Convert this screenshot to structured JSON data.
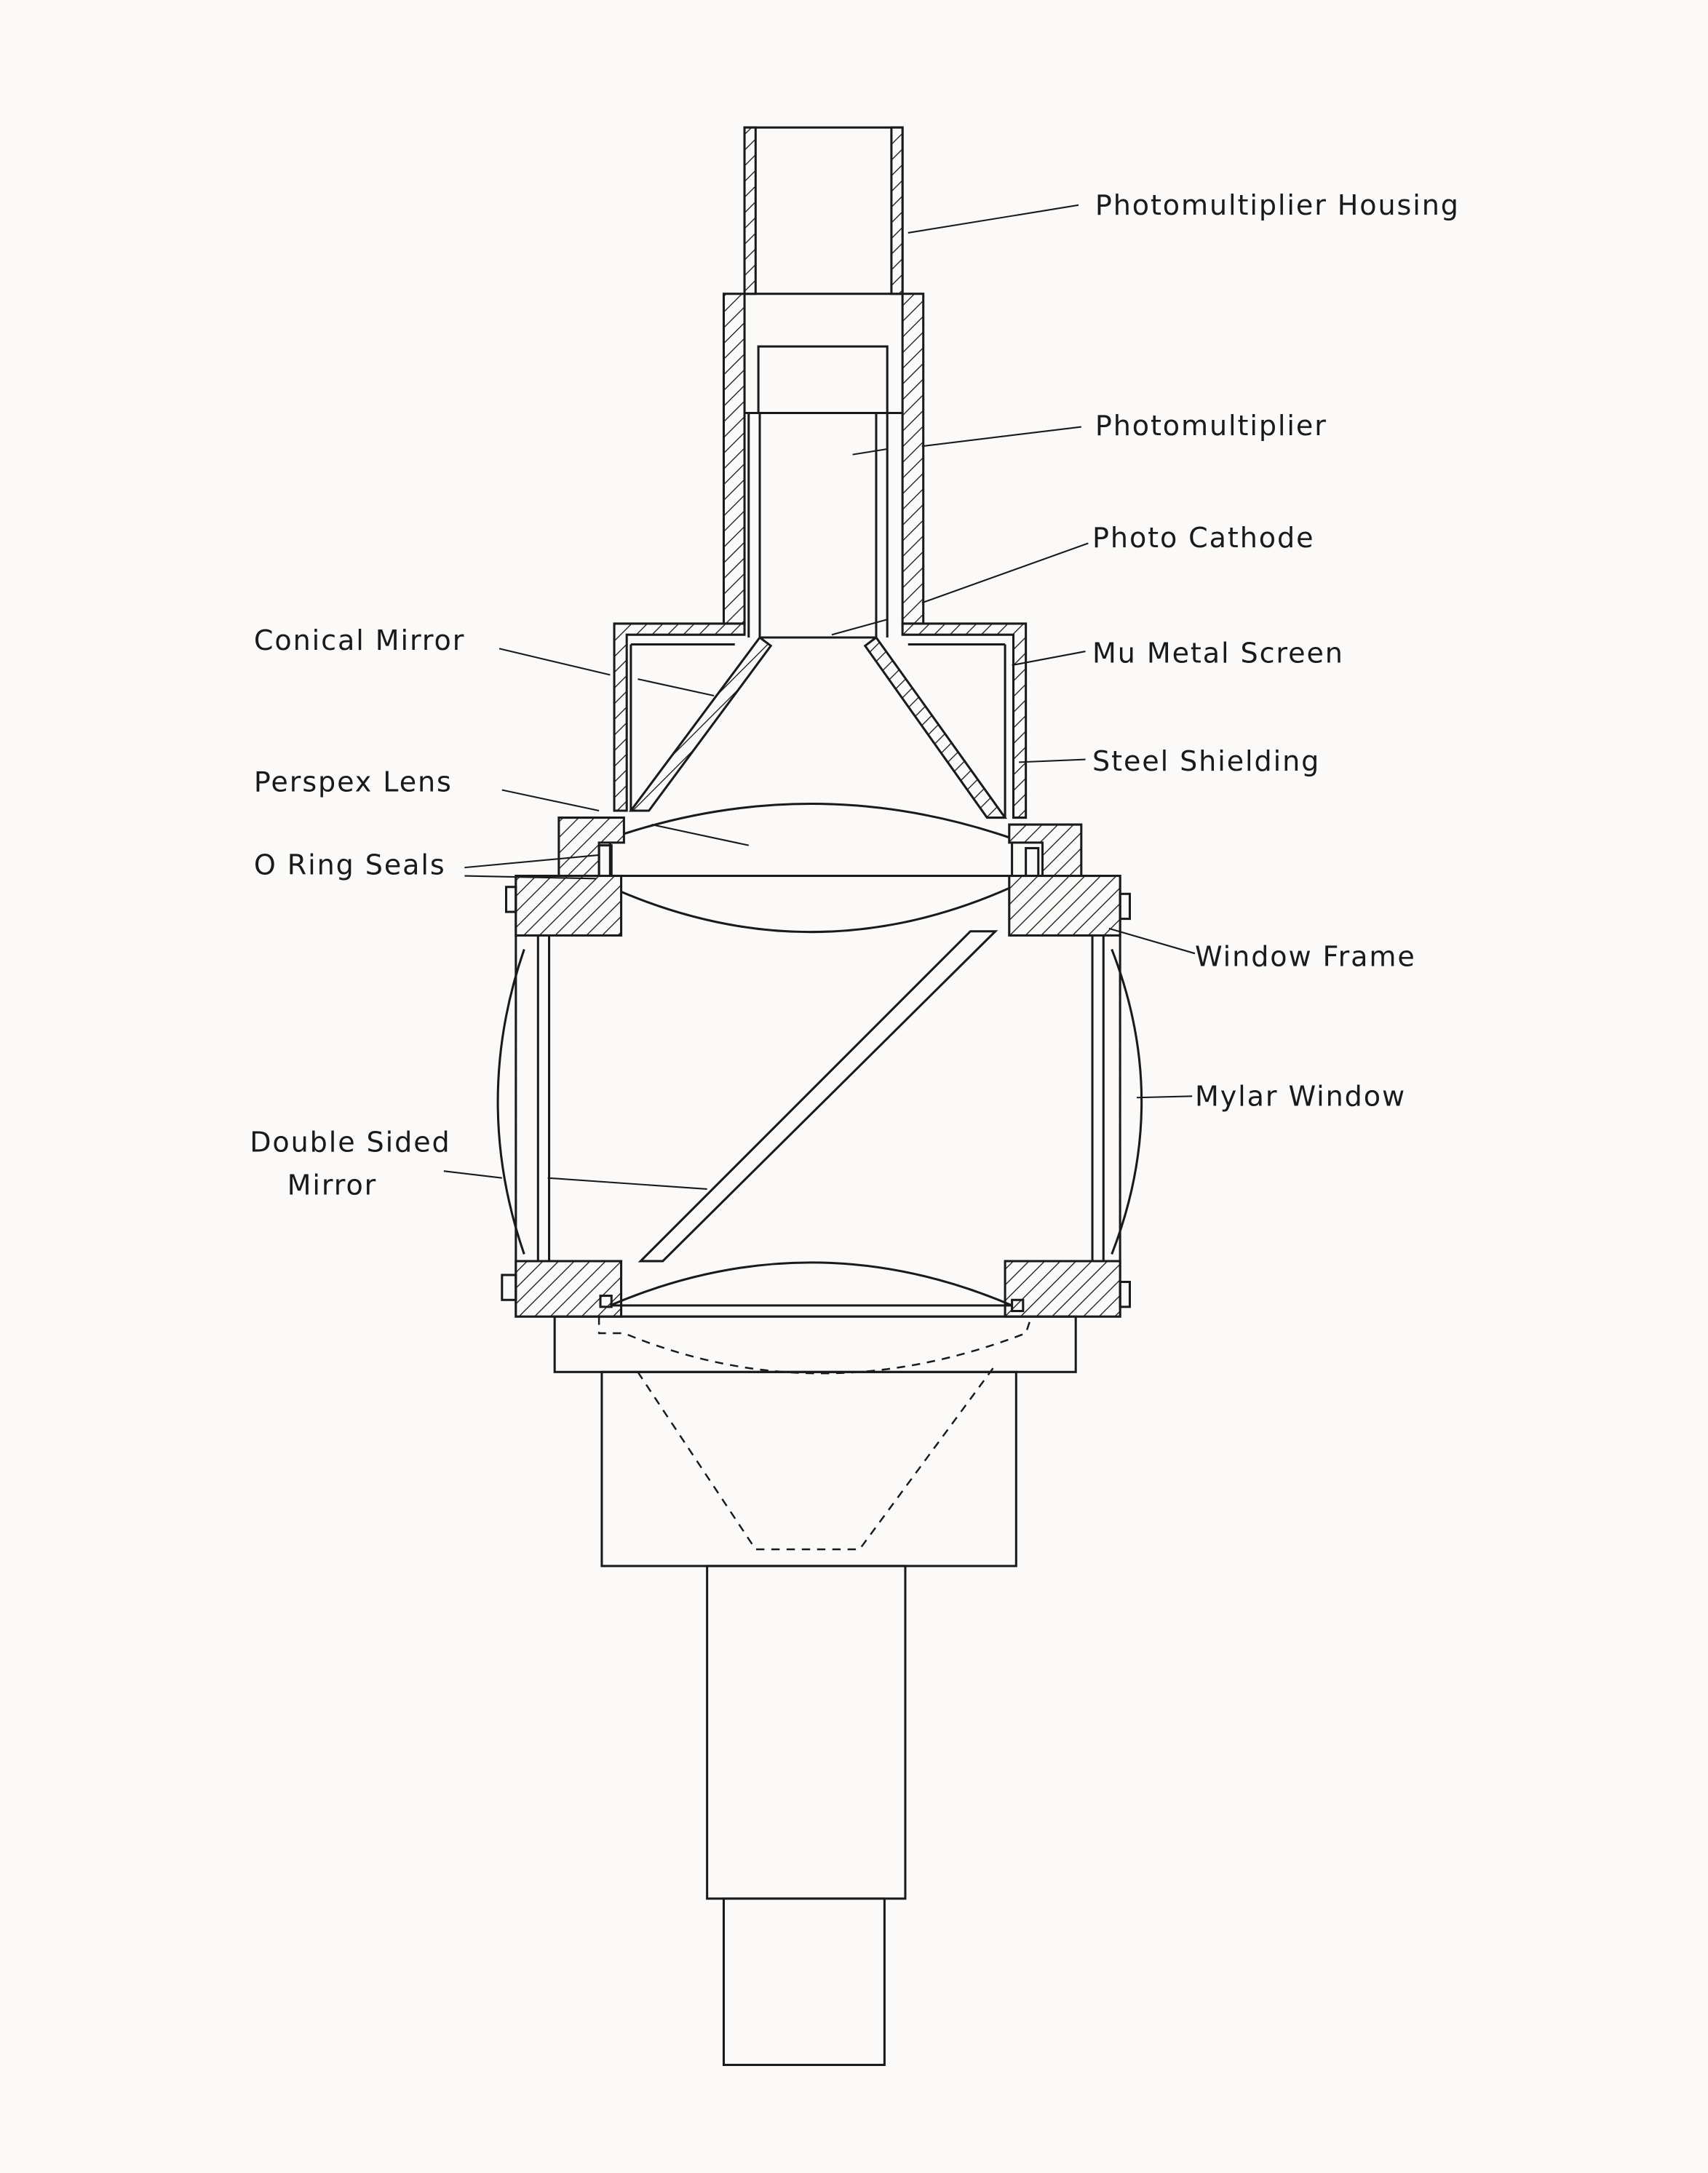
{
  "labels": {
    "photomultiplier_housing": "Photomultiplier  Housing",
    "photomultiplier": "Photomultiplier",
    "photo_cathode": "Photo  Cathode",
    "conical_mirror": "Conical  Mirror",
    "mu_metal_screen": "Mu  Metal  Screen",
    "steel_shielding": "Steel  Shielding",
    "perspex_lens": "Perspex  Lens",
    "o_ring_seals": "O  Ring  Seals",
    "window_frame": "Window  Frame",
    "mylar_window": "Mylar  Window",
    "double_sided_mirror_line1": "Double  Sided",
    "double_sided_mirror_line2": "Mirror"
  }
}
